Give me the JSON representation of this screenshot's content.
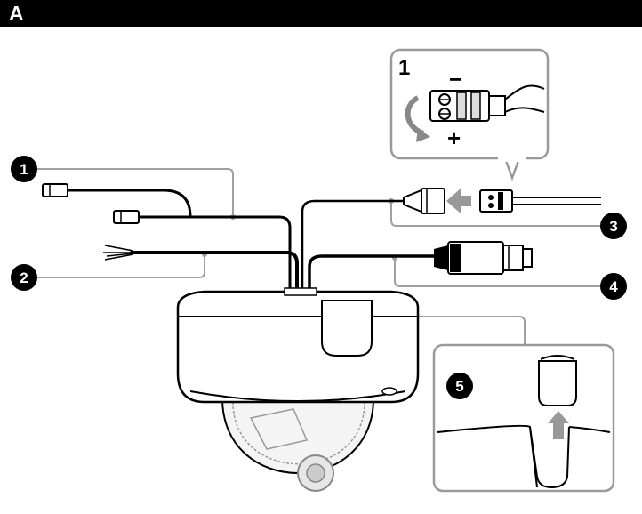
{
  "header": {
    "label": "A"
  },
  "inset_top": {
    "step": "1",
    "minus": "−",
    "plus": "+"
  },
  "callouts": [
    {
      "label": "1"
    },
    {
      "label": "2"
    },
    {
      "label": "3"
    },
    {
      "label": "4"
    },
    {
      "label": "5"
    }
  ],
  "colors": {
    "leader": "#a0a0a0",
    "ink": "#000000",
    "panel_border": "#9a9a9a"
  }
}
